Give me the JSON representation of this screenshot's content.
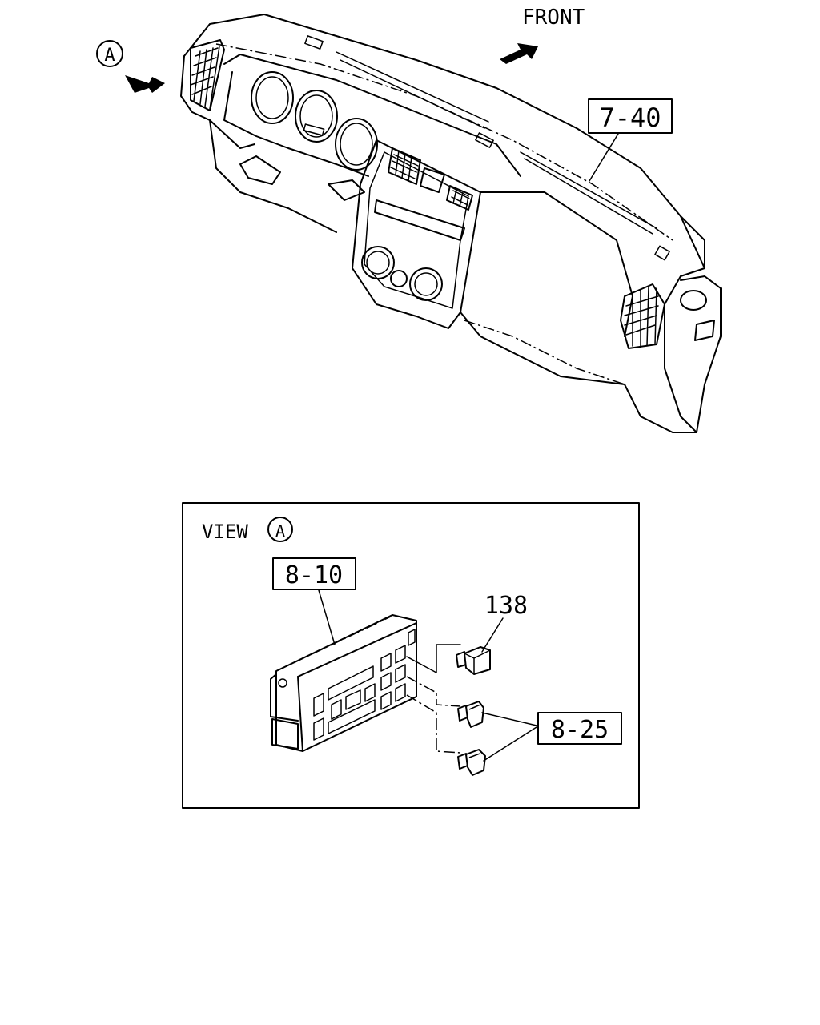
{
  "labels": {
    "front": "FRONT",
    "view_a_marker": "A",
    "view_title": "VIEW",
    "view_title_marker": "A",
    "ref_dashboard": "7-40",
    "ref_control_unit": "8-10",
    "ref_part_138": "138",
    "ref_connectors": "8-25"
  }
}
